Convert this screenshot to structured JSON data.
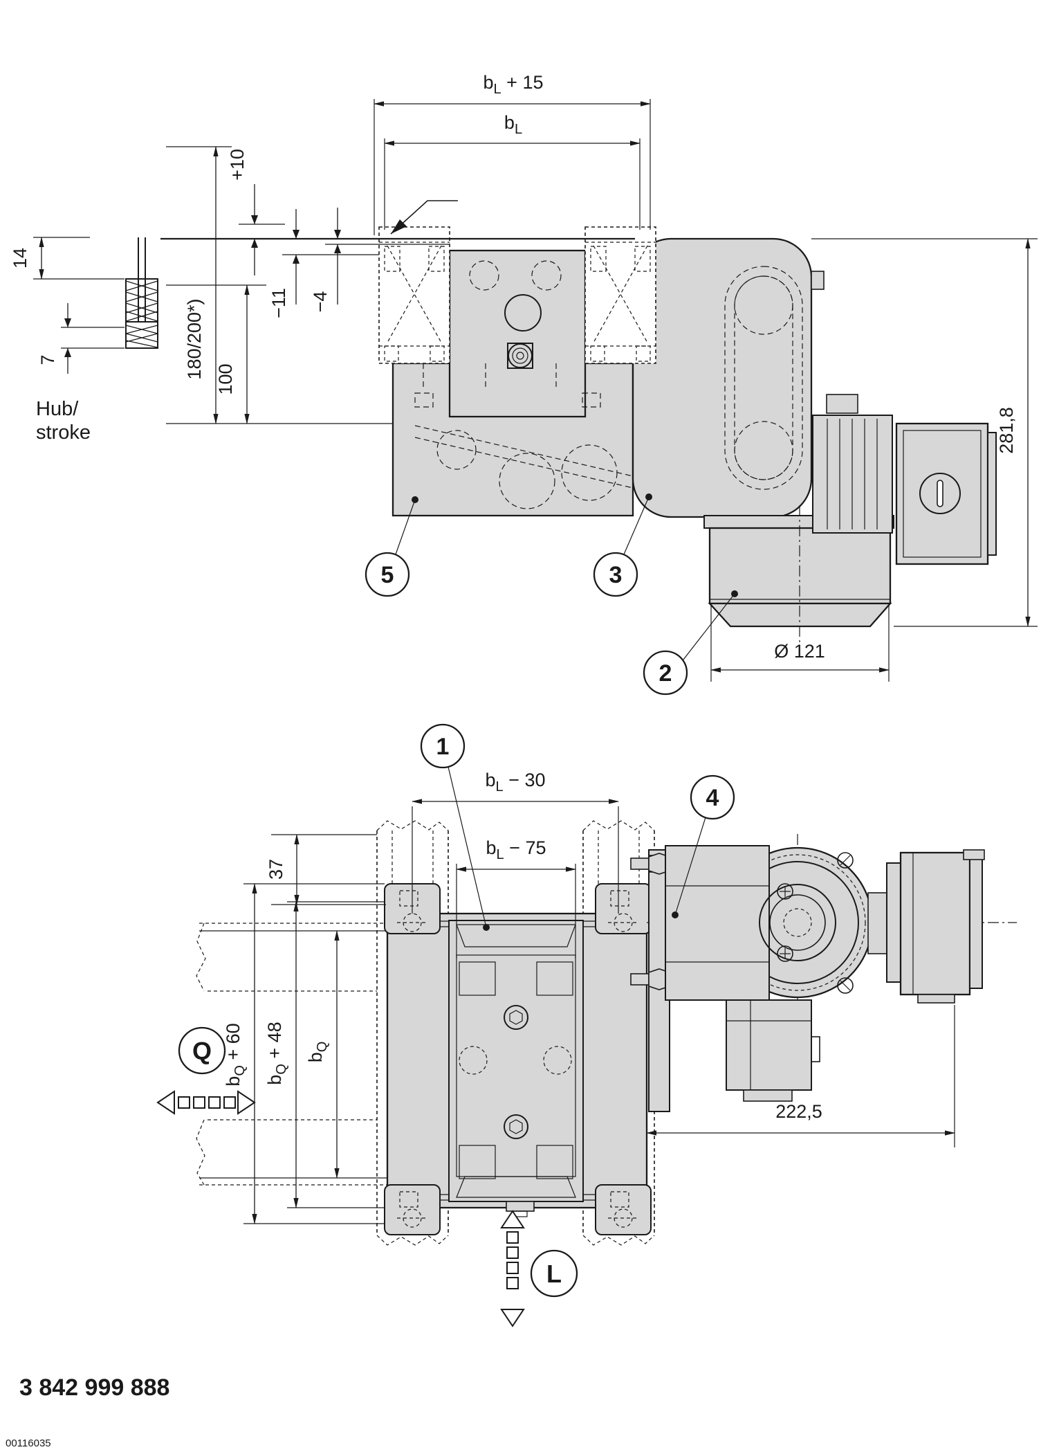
{
  "footer": {
    "part_number": "3 842 999 888",
    "doc_number": "00116035"
  },
  "detail": {
    "dim_14": "14",
    "dim_7": "7",
    "label_line1": "Hub/",
    "label_line2": "stroke"
  },
  "top_view": {
    "dim_bl15": {
      "base": "b",
      "sub": "L",
      "rest": " + 15"
    },
    "dim_bl": {
      "base": "b",
      "sub": "L",
      "rest": ""
    },
    "dim_plus10": "+10",
    "dim_minus11": "−11",
    "dim_minus4": "−4",
    "dim_stroke_height": "180/200*)",
    "dim_100": "100",
    "dim_281": "281,8",
    "dim_d121": "Ø 121"
  },
  "bottom_view": {
    "dim_bl30": {
      "base": "b",
      "sub": "L",
      "rest": " − 30"
    },
    "dim_bl75": {
      "base": "b",
      "sub": "L",
      "rest": " − 75"
    },
    "dim_37": "37",
    "dim_bq60": {
      "base": "b",
      "sub": "Q",
      "rest": " + 60"
    },
    "dim_bq48": {
      "base": "b",
      "sub": "Q",
      "rest": " + 48"
    },
    "dim_bq": {
      "base": "b",
      "sub": "Q",
      "rest": ""
    },
    "dim_2225": "222,5",
    "direction_q": "Q",
    "direction_l": "L"
  },
  "balloons": {
    "n1": "1",
    "n2": "2",
    "n3": "3",
    "n4": "4",
    "n5": "5"
  },
  "colors": {
    "line": "#1a1a1a",
    "fill": "#d7d7d7"
  }
}
